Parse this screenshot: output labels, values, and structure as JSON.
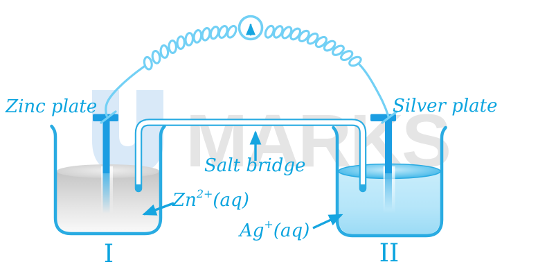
{
  "diagram": {
    "kind": "galvanic-cell",
    "labels": {
      "zinc_plate": "Zinc plate",
      "silver_plate": "Silver plate",
      "salt_bridge": "Salt bridge",
      "zn_ion": {
        "base": "Zn",
        "sup": "2+",
        "suffix": "(aq)"
      },
      "ag_ion": {
        "base": "Ag",
        "sup": "+",
        "suffix": "(aq)"
      },
      "beaker_left_numeral": "I",
      "beaker_right_numeral": "II"
    },
    "watermark": {
      "text": "MARKS"
    },
    "icons": {
      "galvanometer": "dial-up-arrow-icon",
      "salt_bridge_pointer": "up-arrow-icon",
      "zn_pointer": "down-left-arrow-icon",
      "ag_pointer": "up-right-arrow-icon"
    },
    "colors": {
      "label_text": "#0ba4df",
      "outline": "#29abe2",
      "electrode": "#1b9de2",
      "wire": "#72d0f5",
      "arrow": "#16a5e0",
      "left_solution_top": "#c4c4c4",
      "left_solution_bottom": "#f9f9f9",
      "right_solution_top": "#c9edfb",
      "right_solution_bottom": "#9bdbf5",
      "watermark_gray": "#e5e5e5",
      "watermark_blue": "#d9e9f8"
    }
  }
}
